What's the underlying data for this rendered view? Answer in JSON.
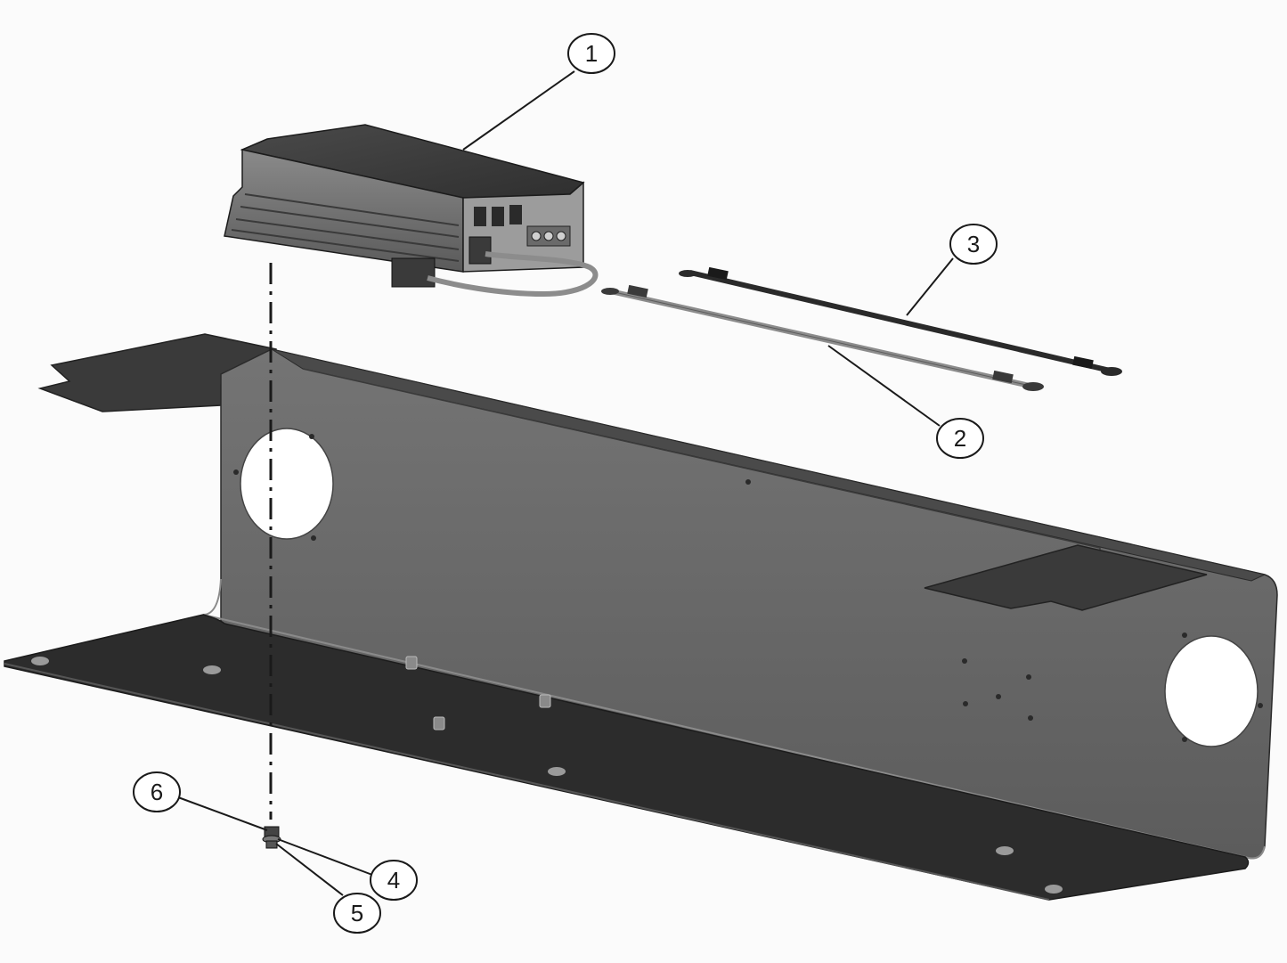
{
  "callouts": {
    "c1": "1",
    "c2": "2",
    "c3": "3",
    "c4": "4",
    "c5": "5",
    "c6": "6"
  },
  "colors": {
    "background": "#fbfbfb",
    "sheet_face": "#6e6e6e",
    "sheet_dark": "#3d3d3d",
    "floor": "#2c2c2c",
    "charger_body": "#5a5a5a",
    "cable_gray": "#8c8c8c",
    "cable_dark": "#2a2a2a",
    "callout_stroke": "#1a1a1a"
  }
}
